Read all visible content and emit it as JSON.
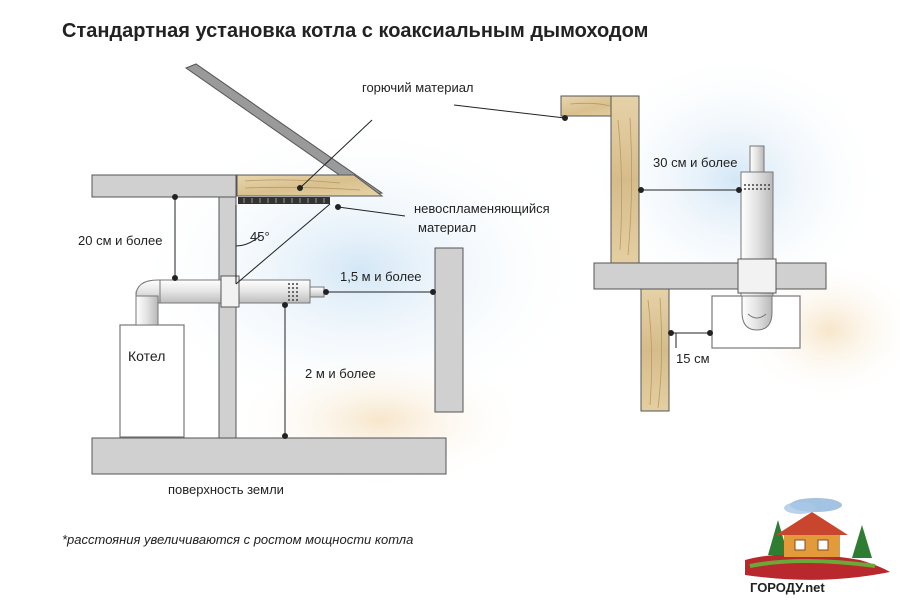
{
  "title": "Стандартная установка котла с коаксиальным дымоходом",
  "labels": {
    "combustible": "горючий материал",
    "nonflammable_1": "невоспламеняющийся",
    "nonflammable_2": "материал",
    "angle": "45°",
    "dist_20": "20 см и более",
    "dist_15m": "1,5 м и более",
    "dist_2m": "2 м и более",
    "dist_30": "30 см и более",
    "dist_15cm": "15 см",
    "boiler": "Котел",
    "ground": "поверхность земли"
  },
  "footnote": "*расстояния увеличиваются с ростом мощности котла",
  "logo": {
    "text": "ГОРОДУ.net"
  }
}
